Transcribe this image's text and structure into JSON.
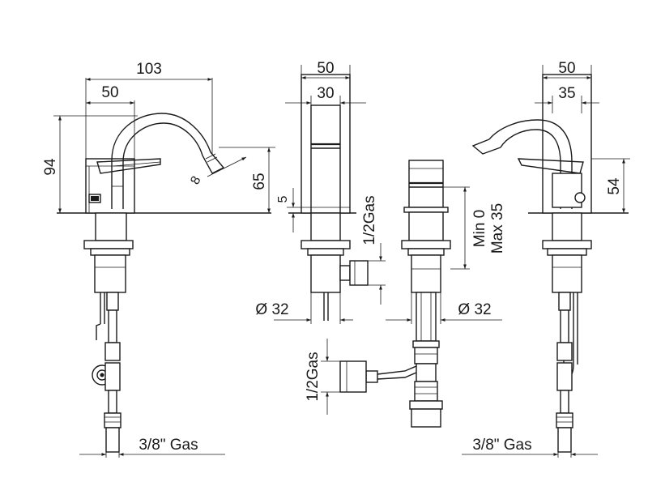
{
  "dimensions": {
    "left_total_length": "103",
    "left_width": "50",
    "left_height": "94",
    "left_spout_height": "65",
    "left_radius": "8",
    "mid_width": "50",
    "mid_inner_width": "30",
    "mid_gap": "5",
    "mid_inlet": "1/2Gas",
    "mid_diameter": "Ø 32",
    "body_adjust_min": "Min 0",
    "body_adjust_max": "Max 35",
    "body_diameter": "Ø 32",
    "body_inlet": "1/2Gas",
    "right_width": "50",
    "right_inner_width": "35",
    "right_height": "54",
    "left_hose": "3/8\" Gas",
    "right_hose": "3/8\" Gas"
  }
}
